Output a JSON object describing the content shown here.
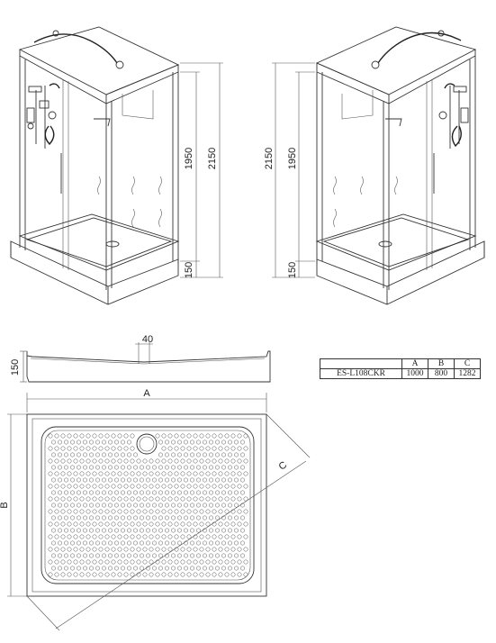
{
  "front_view": {
    "height_total": "2150",
    "height_cabin": "1950",
    "height_tray": "150"
  },
  "back_view": {
    "height_total": "2150",
    "height_cabin": "1950",
    "height_tray": "150"
  },
  "tray_section": {
    "height": "150",
    "drain_offset": "40"
  },
  "tray_plan": {
    "label_a": "A",
    "label_b": "B",
    "label_c": "C"
  },
  "spec_table": {
    "headers": [
      "",
      "A",
      "B",
      "C"
    ],
    "rows": [
      {
        "model": "ES-L108CKR",
        "a": "1000",
        "b": "800",
        "c": "1282"
      }
    ]
  }
}
